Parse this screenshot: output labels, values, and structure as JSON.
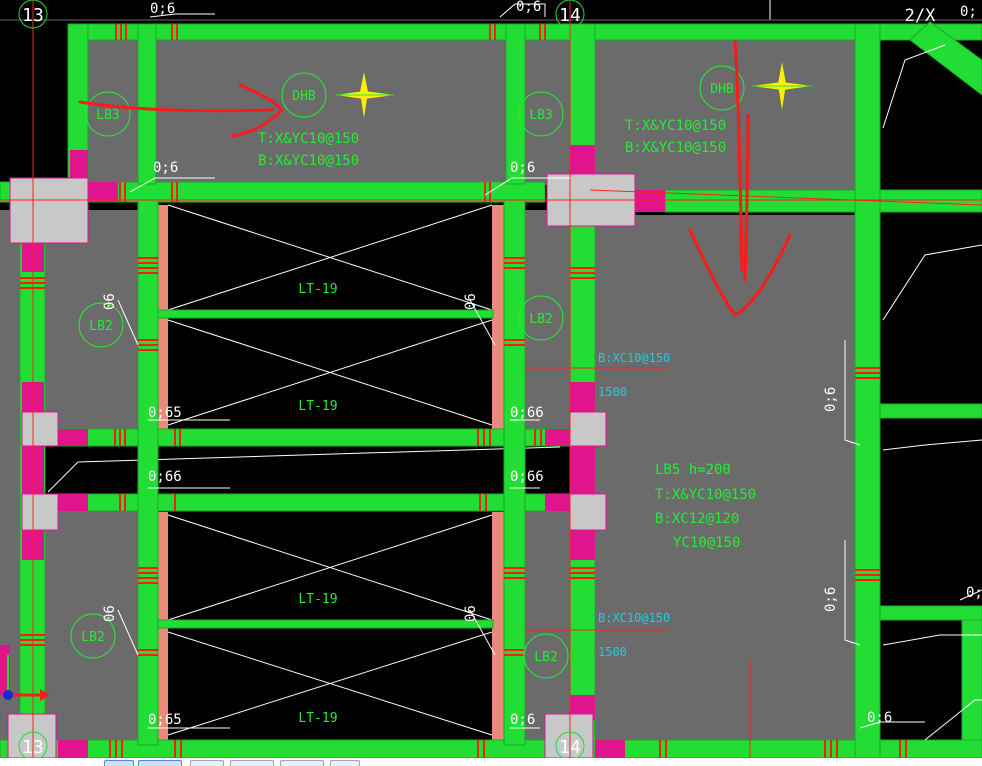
{
  "drawing": {
    "grid_axes": [
      "13",
      "14",
      "2/X"
    ],
    "slab_tags": [
      "DHB",
      "DHB",
      "LB3",
      "LB3",
      "LB2",
      "LB2",
      "LB2",
      "LB2"
    ],
    "slab_notes": {
      "top_left_t": "T:X&YC10@150",
      "top_left_b": "B:X&YC10@150",
      "top_right_t": "T:X&YC10@150",
      "top_right_b": "B:X&YC10@150"
    },
    "lb5": {
      "line1": "LB5 h=200",
      "line2": "T:X&YC10@150",
      "line3": "B:XC12@120",
      "line4": "YC10@150"
    },
    "stair_label": "LT-19",
    "dim_06": "0;6",
    "dim_065": "0;65",
    "dim_066": "0;66",
    "dim_6": "06",
    "edge_a": "1500",
    "edge_b": "B:XC10@150",
    "edge_c": "0;"
  },
  "colors": {
    "beam": "#22dd33",
    "column": "#c8c8c8",
    "slab": "#6b6b6b",
    "magenta": "#e0158d",
    "annotation_red": "#ff1a1a",
    "cyan": "#22ccdd",
    "text_green": "#22ee33"
  },
  "tabs": [
    "",
    "",
    "",
    "",
    "",
    ""
  ]
}
